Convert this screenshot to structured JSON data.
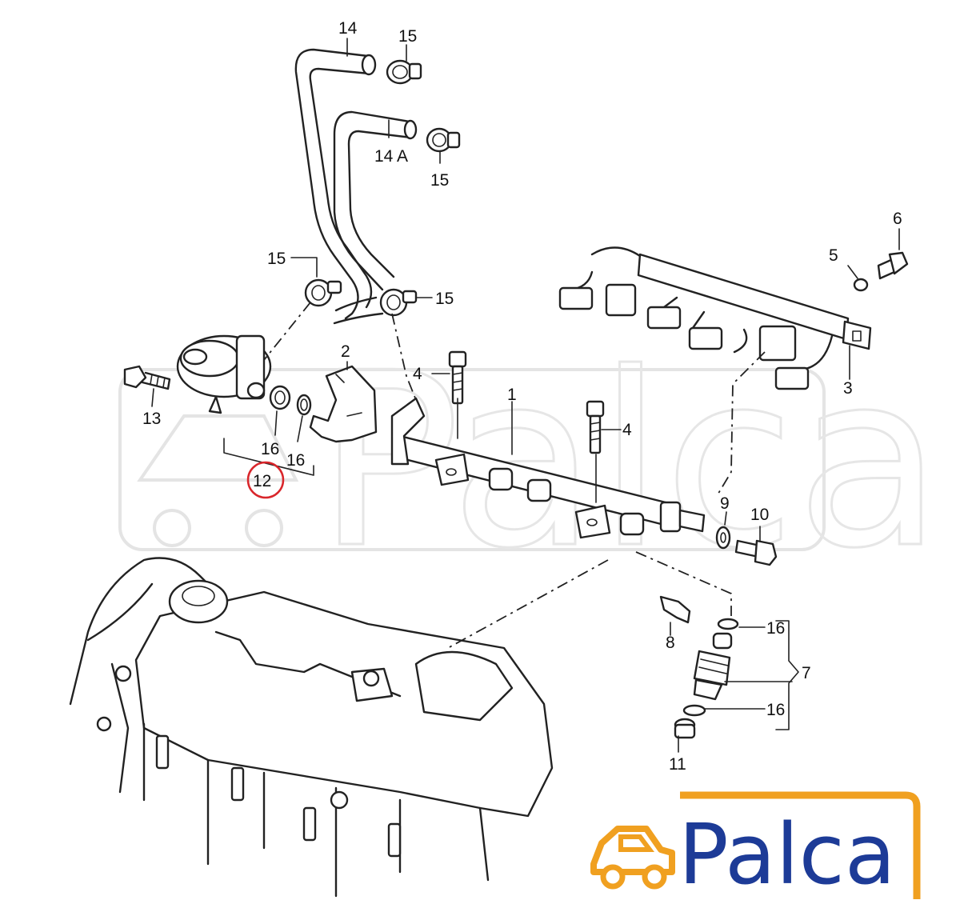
{
  "callouts": {
    "c1": "1",
    "c2": "2",
    "c3": "3",
    "c4a": "4",
    "c4b": "4",
    "c5": "5",
    "c6": "6",
    "c7": "7",
    "c8": "8",
    "c9": "9",
    "c10": "10",
    "c11": "11",
    "c12": "12",
    "c13": "13",
    "c14": "14",
    "c14a": "14 A",
    "c15a": "15",
    "c15b": "15",
    "c15c": "15",
    "c15d": "15",
    "c16a": "16",
    "c16b": "16",
    "c16c": "16",
    "c16d": "16"
  },
  "highlight": {
    "part": "12",
    "color": "#d9262b"
  },
  "watermark": {
    "text": "Palca"
  },
  "logo": {
    "text": "Palca",
    "text_color": "#1d3b97",
    "icon_color": "#f0a020",
    "frame_color": "#f0a020"
  }
}
